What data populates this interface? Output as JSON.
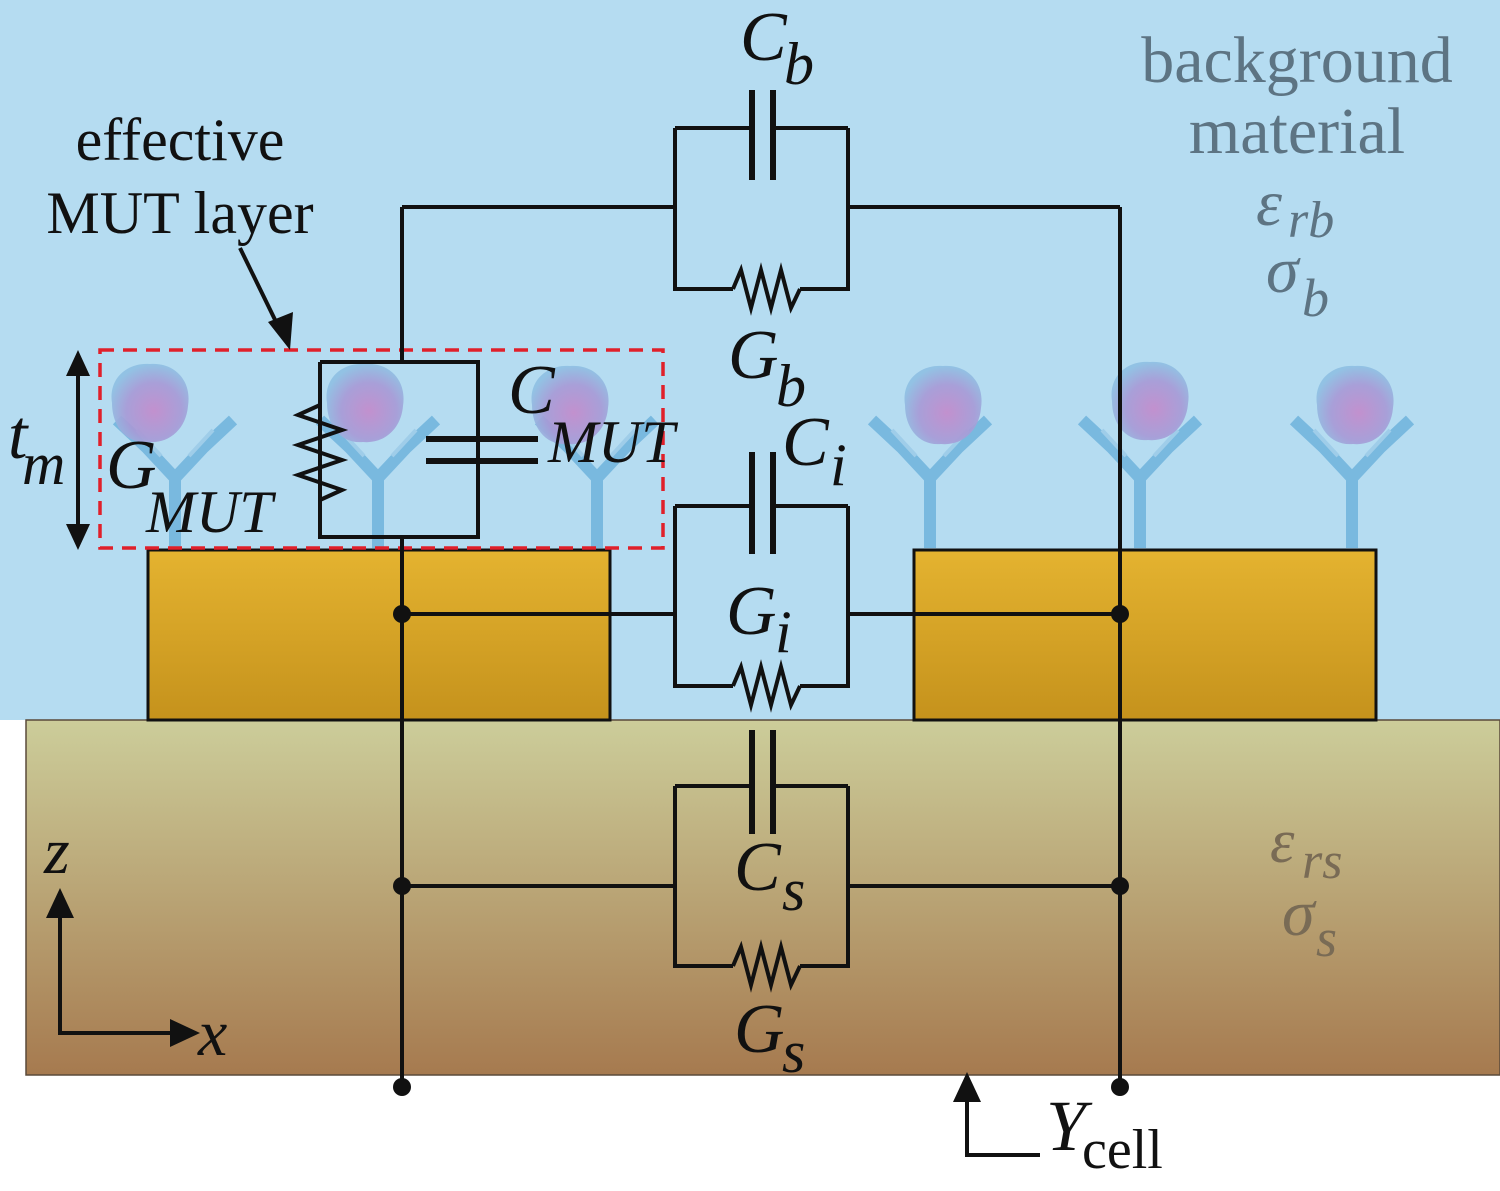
{
  "colors": {
    "background_medium": "#b5dcf1",
    "substrate_top": "#cccd9a",
    "substrate_bottom": "#a67a4f",
    "electrode_top": "#e4b330",
    "electrode_bottom": "#c5921c",
    "mut_box": "#e0202a",
    "antibody": "#6fb3dd",
    "antigen": "#b98fd3",
    "label_gray": "#5d7483",
    "substrate_label": "#796b55",
    "wire": "#111111"
  },
  "labels": {
    "effective_line1": "effective",
    "effective_line2": "MUT layer",
    "background_line1": "background",
    "background_line2": "material",
    "eps_b_main": "ε",
    "eps_b_sub": "rb",
    "sigma_b_main": "σ",
    "sigma_b_sub": "b",
    "eps_s_main": "ε",
    "eps_s_sub": "rs",
    "sigma_s_main": "σ",
    "sigma_s_sub": "s",
    "t_main": "t",
    "t_sub": "m",
    "cb_main": "C",
    "cb_sub": "b",
    "gb_main": "G",
    "gb_sub": "b",
    "ci_main": "C",
    "ci_sub": "i",
    "gi_main": "G",
    "gi_sub": "i",
    "cs_main": "C",
    "cs_sub": "s",
    "gs_main": "G",
    "gs_sub": "s",
    "cmut_main": "C",
    "cmut_sub": "MUT",
    "gmut_main": "G",
    "gmut_sub": "MUT",
    "z_axis": "z",
    "x_axis": "x",
    "y_main": "Y",
    "y_sub": "cell"
  },
  "icons": {
    "antibody": "antibody-y-icon",
    "antigen": "antigen-blob-icon",
    "capacitor": "capacitor-symbol",
    "resistor": "resistor-symbol"
  }
}
